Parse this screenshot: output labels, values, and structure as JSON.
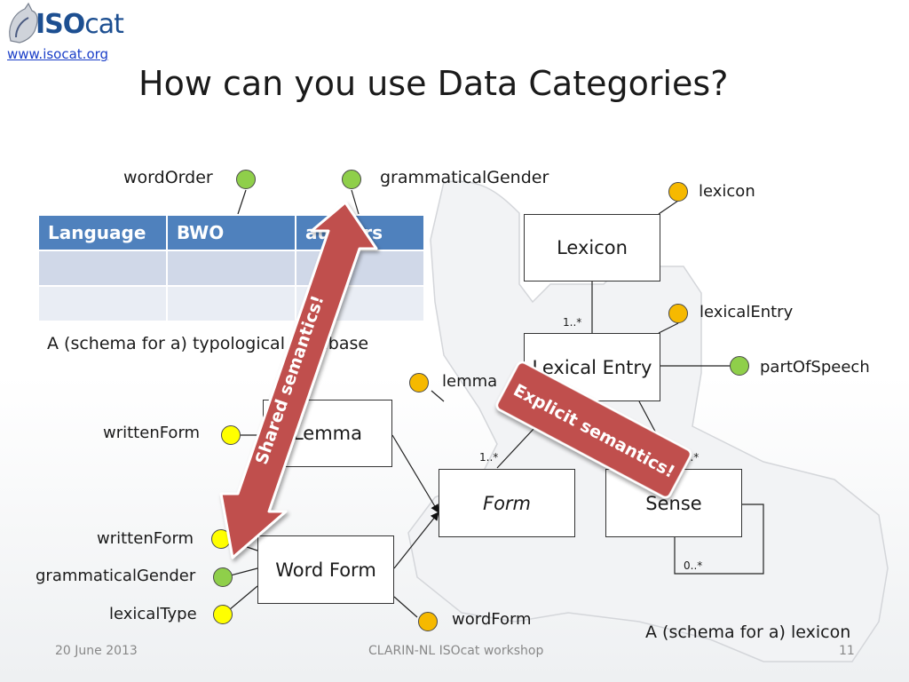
{
  "logo": {
    "name_bold": "ISO",
    "name_light": "cat",
    "url": "www.isocat.org"
  },
  "slide": {
    "title": "How can you use Data Categories?"
  },
  "typology": {
    "caption": "A (schema for a) typological database",
    "columns": [
      "Language",
      "BWO",
      "authors"
    ],
    "categories": {
      "word_order": "wordOrder",
      "grammatical_gender": "grammaticalGender"
    }
  },
  "lexicon": {
    "caption": "A (schema for a) lexicon",
    "boxes": {
      "lexicon": "Lexicon",
      "lexical_entry": "Lexical Entry",
      "lemma": "Lemma",
      "form": "Form",
      "sense": "Sense",
      "word_form": "Word Form"
    },
    "categories": {
      "lexicon": "lexicon",
      "lexical_entry": "lexicalEntry",
      "part_of_speech": "partOfSpeech",
      "lemma": "lemma",
      "written_form_lemma": "writtenForm",
      "written_form_wordform": "writtenForm",
      "grammatical_gender": "grammaticalGender",
      "lexical_type": "lexicalType",
      "word_form": "wordForm"
    },
    "multiplicities": {
      "lexicon_entry": "1..*",
      "entry_form": "1..*",
      "entry_sense": "1..*",
      "sense_self": "0..*"
    }
  },
  "arrows": {
    "shared": "Shared semantics!",
    "explicit": "Explicit semantics!"
  },
  "colors": {
    "shared_arrow": "#c0504d",
    "table_header": "#4f81bd",
    "green_dot": "#8fcf4a",
    "orange_dot": "#f6b900",
    "yellow_dot": "#ffff00"
  },
  "footer": {
    "date": "20 June 2013",
    "event": "CLARIN-NL ISOcat workshop",
    "page": "11"
  }
}
